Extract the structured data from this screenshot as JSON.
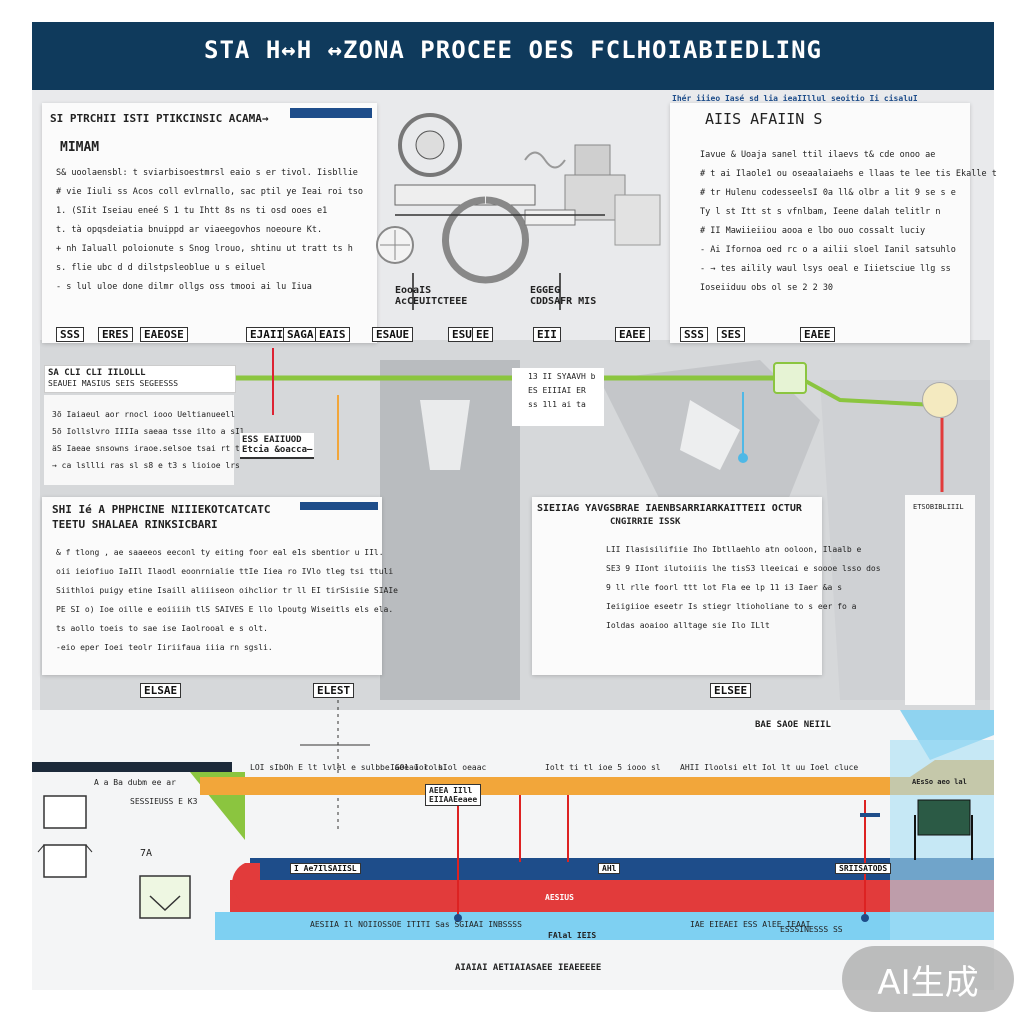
{
  "header": {
    "title": "STA H↔H ↔ZONA PROCEE OES FCLHOIABIEDLING"
  },
  "panel_top_left": {
    "title": "SI PTRCHII ISTI PTIKCINSIC ACAMA→",
    "subtitle": "MIMAM",
    "lines": [
      "S& uoolaensbl: t sviarbisoestmrsl eaio s er tivol. Iisbllie",
      "# vie Iiuli ss Acos coll evlrnallo, sac ptil ye Ieai roi tso",
      "1. (SIit Iseiau eneé S 1 tu Ihtt 8s ns ti osd ooes e1",
      "t. tà opqsdeiatia bnuippd ar viaeegovhos noeoure Kt.",
      "+ nh Ialuall poloionute s Snog lrouo, shtinu ut tratt ts h",
      "s. flie ubc d d dilstpsleoblue u s eiluel",
      "- s lul uloe done dilmr ollgs oss tmooi ai lu Iiua"
    ]
  },
  "diagram_labels": {
    "left": "EooaIS\nAcCEUITCTEEE",
    "right": "EGGEG\nCDDSAFR MIS"
  },
  "panel_top_right": {
    "subtitle": "Ihér iiieo Iasé sd lia ieaIIllul seoitio Ii cisaluI",
    "title": "AIIS AFAIIN S",
    "lines": [
      "Iavue & Uoaja sanel ttil ilaevs t& cde onoo ae",
      "# t ai Ilaole1 ou oseaalaiaehs e llaas te lee tis Ekalle t",
      "# tr Hulenu codesseelsI 0a ll& olbr a lit 9 se  s e",
      "Ty l st Itt st s vfnlbam, Ieene dalah telitlr n",
      "# II Mawiieiiou  aooa e lbo ouo cossalt luciy",
      "- Ai  Ifornoa oed rc o a ailii sloel Ianil satsuhlo",
      "- → tes ailily waul lsys oeal e Iiietsciue llg ss",
      "Ioseiiduu obs ol se 2 2 30"
    ]
  },
  "tags_row1": [
    "SSS",
    "ERES",
    "EAEOSE",
    "EJAIIE",
    "SAGA",
    "EAIS",
    "ESAUE",
    "ESUAE",
    "EE",
    "EII",
    "EAEE",
    "SSS",
    "SES",
    "EAEE"
  ],
  "stage1": {
    "box_lines": [
      "SA CLI CLI IILOLLL",
      "SEAUEI MASIUS SEIS SEGEESSS"
    ],
    "lines": [
      "3õ Iaiaeul aor rnocl iooo Ueltianueell",
      "5õ Iollslvro IIIIa saeaa tsse ilto a sIl",
      "äS Iaeae snsowns iraoe.selsoe tsai rt tee",
      "→ ca lsllli ras sl s8 e t3 s lioioe lrs"
    ],
    "callout": "ESS EAIIUOD\nEtcia &oacca—",
    "center_callout": [
      "13 II SYAAVH b",
      "ES EIIIAI ER",
      "ss 1l1 ai ta"
    ]
  },
  "panel_mid_left": {
    "title": "SHI Ié A PHPHCINE NIIIEKOTCATCATC",
    "subtitle": "TEETU SHALAEA RINKSICBARI",
    "lines": [
      "& f tlong , ae saaeeos eeconl ty eiting foor eal e1s sbentior u IIl.",
      "oii ieiofiuo IaIIl Ilaodl  eoonrnialie ttIe Iiea ro IVlo tleg tsi ttuli",
      "Siithloi puigy etine Isaill aliiiseon oihclior tr ll EI tirSisiie SIAIe",
      "PE SI o) Ioe oille e eoiiiih tlS SAIVES E llo lpoutg Wiseitls els ela.",
      "ts aollo toeis to sae  ise Iaolrooal e s olt.",
      "-eio eper Ioei teolr Iiriifaua iiia rn sgsli."
    ]
  },
  "panel_mid_center": {
    "title": "SIEIIAG YAVGSBRAE IAENBSARRIARKAITTEII OCTUR",
    "subtitle": "CNGIRRIE ISSK",
    "lines": [
      "LII Ilasisilifiie Iho Ibtllaehlo atn ooloon, Ilaalb e",
      "SE3 9 IIont ilutoiiis lhe tisS3 lleeicai e soooe lsso dos",
      "9 ll rlle foorl ttt lot Fla ee lp 11 i3 Iaer &a s",
      "Ieiigiioe eseetr Is stiegr ltioholiane to s eer fo a",
      "Ioldas aoaioo alltage sie Ilo ILlt"
    ]
  },
  "label_right_small": "ETSOBIBLIIIL",
  "tags_row2": [
    "ELSAE",
    "ELEST",
    "ELSEE"
  ],
  "bands": {
    "head_label": "BAE SAOE NEIIL",
    "orange_labels": [
      "LOI sIbOh E lt lvlel e  sulbbe aeeau r lsI",
      "IGOl Iolo hlol  oeaac",
      "Iolt ti tl ioe 5 iooo sl",
      "AHII Iloolsi elt Iol lt uu Ioel cluce"
    ],
    "orange_box": "AEEA IIll\nEIIAAEeaee",
    "left_labels": [
      "A a Ba  dubm ee ar",
      "SESSIEUSS E K3",
      "7A"
    ],
    "blue_labels": [
      "I Ae7IlSAIISL",
      "AHl",
      "SRIISATODS"
    ],
    "red_label": "AESIUS",
    "right_orange": "AEsSo   aeo lal",
    "bottom_labels": [
      "AESIIA Il NOIIOSSOE ITITI Sas SGIAAI INBSSSS",
      "FAlal IEIS",
      "IAE EIEAEI ESS AlEE IEAAI",
      "ESSSINESSS SS"
    ],
    "bottom_right": "AIAIAI AETIAIASAEE IEAEEEEE"
  },
  "watermark": "AI生成",
  "colors": {
    "header": "#0f3a5c",
    "green": "#8bc53f",
    "orange": "#f2a63a",
    "navy": "#1e4d8a",
    "red": "#e23b3b",
    "cyan": "#4fb8e6",
    "gray": "#c9ccd0"
  }
}
